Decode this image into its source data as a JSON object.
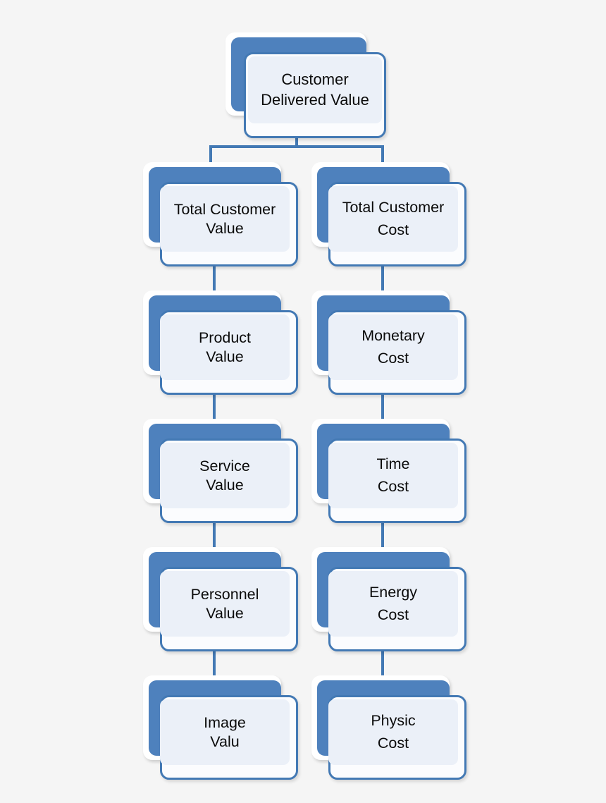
{
  "diagram": {
    "title": "Customer Delivered Value",
    "type": "hierarchy-tree",
    "background_color": "#f5f5f5",
    "accent_color": "#4e81bd",
    "border_color": "#4379b4",
    "panel_color": "#ebf0f8",
    "text_color": "#0b0b0b",
    "root": {
      "id": "customer-delivered-value",
      "line1": "Customer",
      "line2": "Delivered Value"
    },
    "columns": [
      {
        "id": "value-column",
        "name": "Total Customer Value",
        "nodes": [
          {
            "id": "total-customer-value",
            "line1": "Total Customer",
            "line2": "Value"
          },
          {
            "id": "product-value",
            "line1": "Product",
            "line2": "Value"
          },
          {
            "id": "service-value",
            "line1": "Service",
            "line2": "Value"
          },
          {
            "id": "personnel-value",
            "line1": "Personnel",
            "line2": "Value"
          },
          {
            "id": "image-value",
            "line1": "Image",
            "line2": "Valu"
          }
        ]
      },
      {
        "id": "cost-column",
        "name": "Total Customer Cost",
        "nodes": [
          {
            "id": "total-customer-cost",
            "line1": "Total Customer",
            "line2": "Cost"
          },
          {
            "id": "monetary-cost",
            "line1": "Monetary",
            "line2": "Cost"
          },
          {
            "id": "time-cost",
            "line1": "Time",
            "line2": "Cost"
          },
          {
            "id": "energy-cost",
            "line1": "Energy",
            "line2": "Cost"
          },
          {
            "id": "physic-cost",
            "line1": "Physic",
            "line2": "Cost"
          }
        ]
      }
    ]
  }
}
